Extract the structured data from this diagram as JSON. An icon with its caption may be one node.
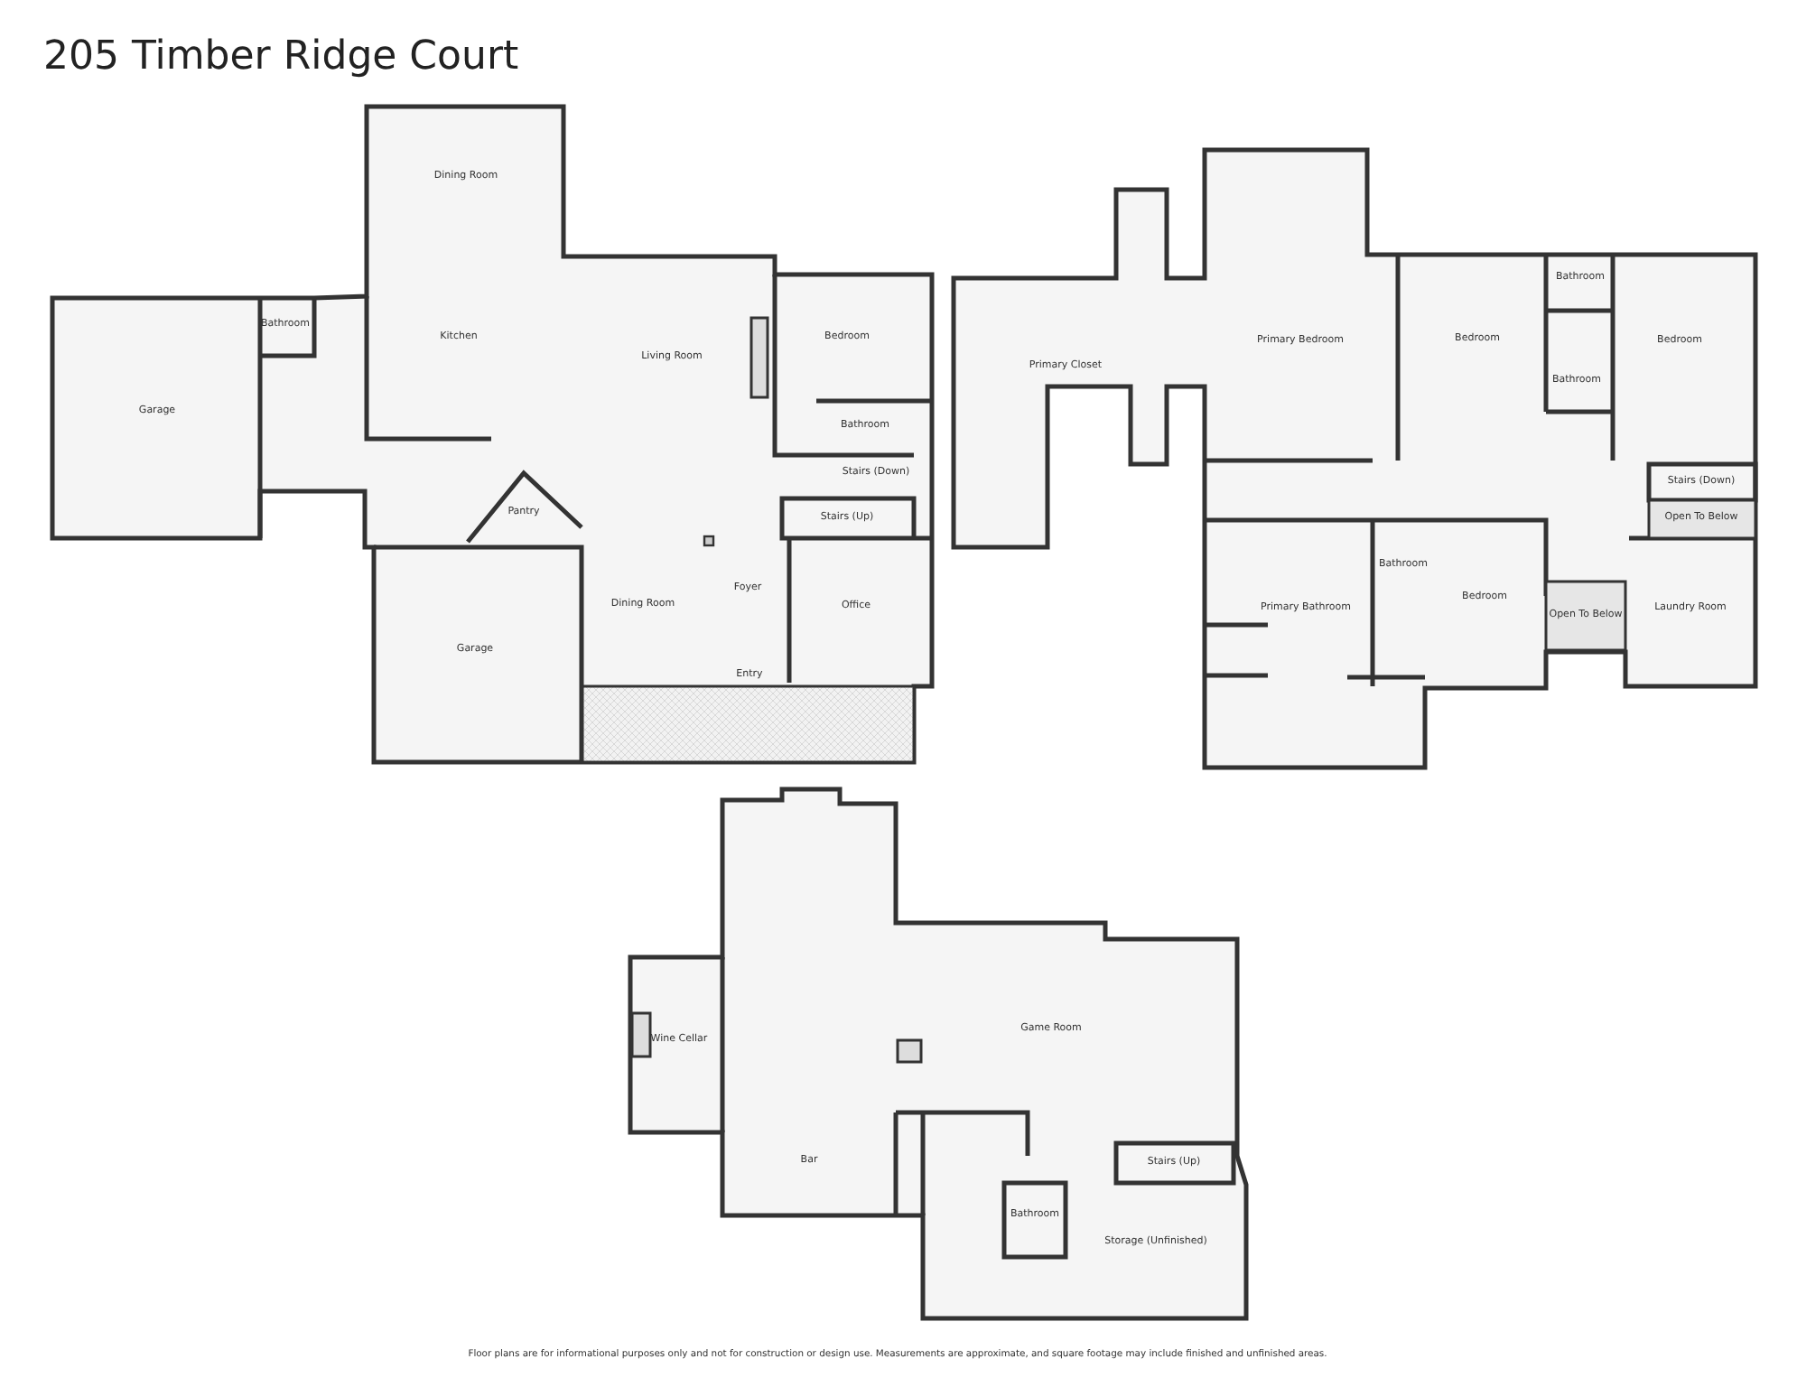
{
  "diagram": {
    "title": "205 Timber Ridge Court",
    "caption": "Floor plans are for informational purposes only and not for construction or design use. Measurements are approximate, and square footage may include finished and unfinished areas.",
    "labels": [
      "Dining Room",
      "Bathroom",
      "Kitchen",
      "Living Room",
      "Bedroom",
      "Garage",
      "Bathroom",
      "Stairs (Down)",
      "Stairs (Up)",
      "Pantry",
      "Foyer",
      "Dining Room",
      "Office",
      "Garage",
      "Entry",
      "Primary Closet",
      "Primary Bedroom",
      "Bathroom",
      "Bedroom",
      "Bedroom",
      "Bathroom",
      "Stairs (Down)",
      "Open To Below",
      "Bathroom",
      "Primary Bathroom",
      "Bedroom",
      "Open To Below",
      "Laundry Room",
      "Wine Cellar",
      "Game Room",
      "Stairs (Up)",
      "Bar",
      "Bathroom",
      "Storage (Unfinished)"
    ]
  }
}
